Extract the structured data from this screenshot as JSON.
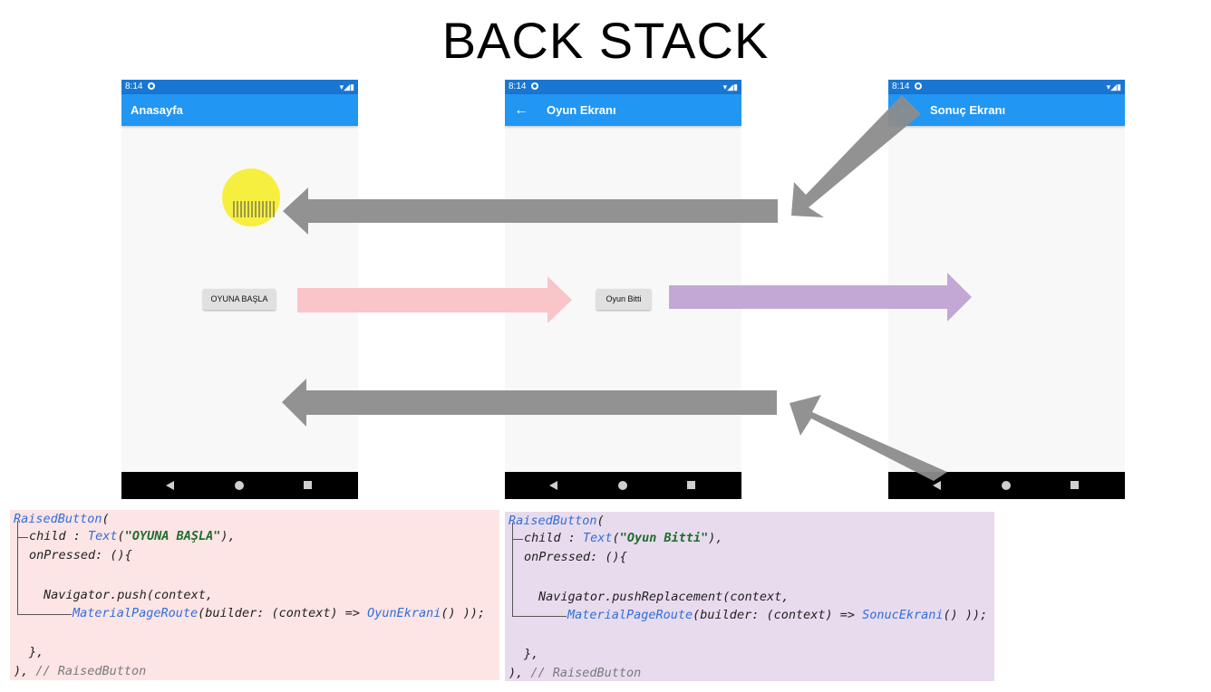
{
  "title": "BACK STACK",
  "phones": [
    {
      "time": "8:14",
      "appbar_title": "Anasayfa",
      "button_label": "OYUNA BAŞLA",
      "has_back": false
    },
    {
      "time": "8:14",
      "appbar_title": "Oyun Ekranı",
      "button_label": "Oyun Bitti",
      "has_back": true
    },
    {
      "time": "8:14",
      "appbar_title": "Sonuç Ekranı",
      "button_label": "",
      "has_back": true
    }
  ],
  "icons": {
    "back": "←",
    "status": "▾◢▮"
  },
  "code_blocks": [
    {
      "background": "#fde4e5",
      "widget": "RaisedButton",
      "open_paren": "(",
      "child_key": "child : ",
      "text_fn": "Text",
      "text_open": "(",
      "text_value": "\"OYUNA BAŞLA\"",
      "text_close": "),",
      "on_pressed": "onPressed: (){",
      "navigator": "Navigator",
      "method": ".push",
      "method_args": "(context,",
      "route": "MaterialPageRoute",
      "route_args": "(builder: (context) => ",
      "target": "OyunEkrani",
      "tail": "() ));",
      "close_brace": "},",
      "close_paren": "), ",
      "comment": "// RaisedButton"
    },
    {
      "background": "#e8dbee",
      "widget": "RaisedButton",
      "open_paren": "(",
      "child_key": "child : ",
      "text_fn": "Text",
      "text_open": "(",
      "text_value": "\"Oyun Bitti\"",
      "text_close": "),",
      "on_pressed": "onPressed: (){",
      "navigator": "Navigator",
      "method": ".pushReplacement",
      "method_args": "(context,",
      "route": "MaterialPageRoute",
      "route_args": "(builder: (context) => ",
      "target": "SonucEkrani",
      "tail": "() ));",
      "close_brace": "},",
      "close_paren": "), ",
      "comment": "// RaisedButton"
    }
  ],
  "colors": {
    "arrow_back": "#8c8c8c",
    "arrow_push": "#f9c2c6",
    "arrow_replace": "#c0a3d3",
    "appbar": "#2196f3",
    "statusbar": "#1976d2",
    "keyword": "#2f6fd8",
    "string": "#1f6d2a"
  }
}
